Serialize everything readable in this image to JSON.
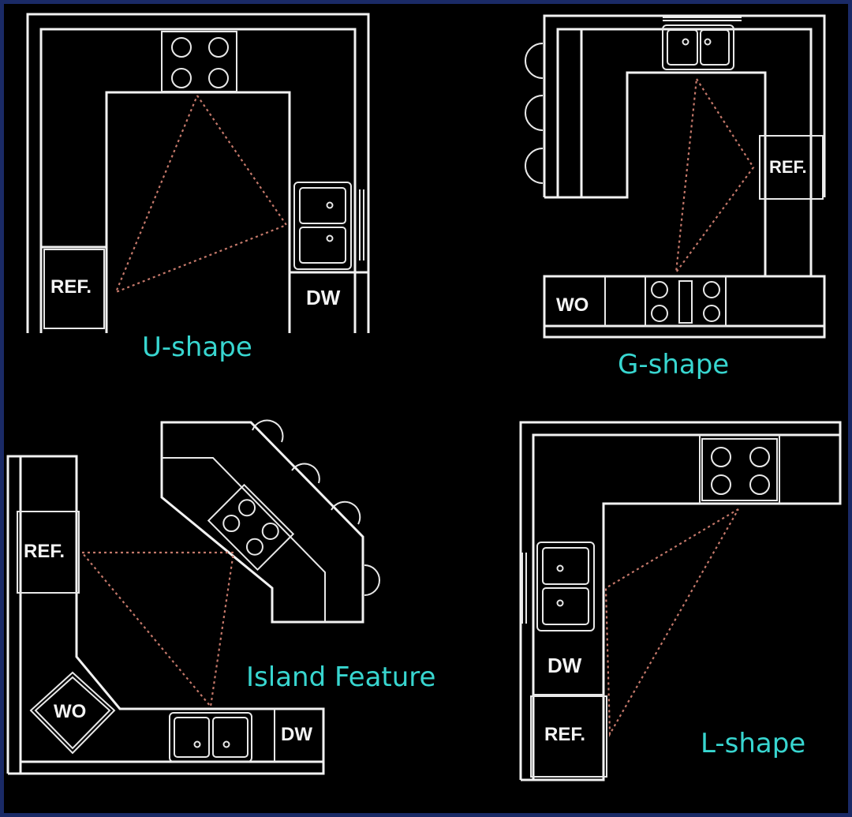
{
  "labels": {
    "u_shape": "U-shape",
    "g_shape": "G-shape",
    "island_feature": "Island Feature",
    "l_shape": "L-shape"
  },
  "appliances": {
    "ref": "REF.",
    "dw": "DW",
    "wo": "WO"
  },
  "colors": {
    "background": "#000000",
    "lines": "#f2f2f2",
    "caption": "#38d6d0",
    "work_triangle": "#c4786a"
  },
  "icons": [
    "cooktop-icon",
    "sink-icon",
    "stool-icon",
    "wall-oven-icon"
  ]
}
